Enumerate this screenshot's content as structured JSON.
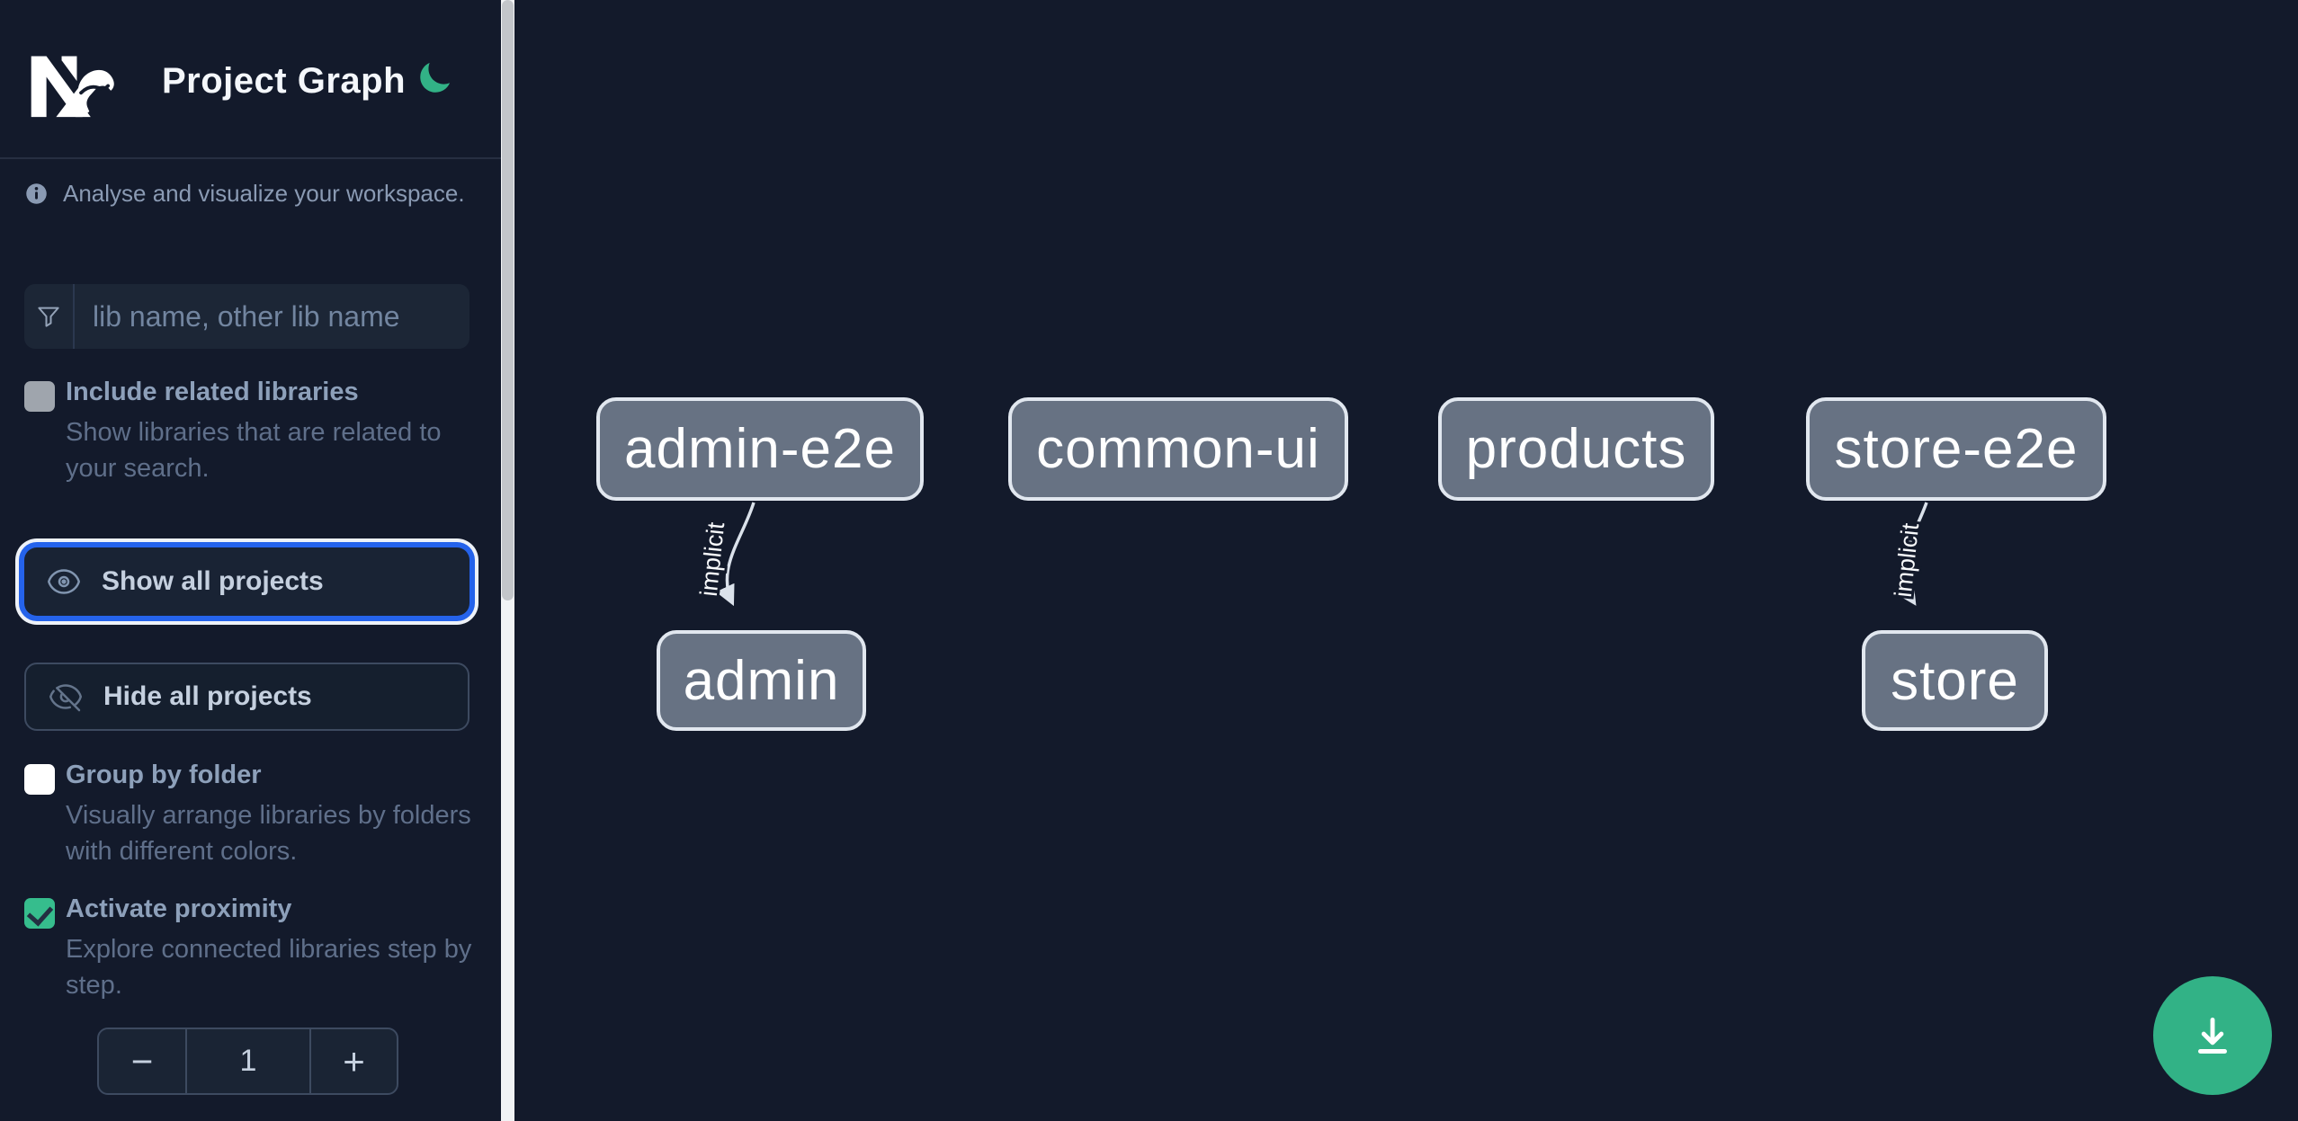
{
  "header": {
    "title": "Project Graph",
    "logo_icon": "nx-logo",
    "theme_toggle_icon": "moon-icon",
    "subtitle": "Analyse and visualize your workspace.",
    "subtitle_icon": "info-icon"
  },
  "search": {
    "icon": "funnel-icon",
    "placeholder": "lib name, other lib name",
    "value": ""
  },
  "options": {
    "include_related": {
      "label": "Include related libraries",
      "description": "Show libraries that are related to your search.",
      "checked": false,
      "disabled": true
    },
    "group_by_folder": {
      "label": "Group by folder",
      "description": "Visually arrange libraries by folders with different colors.",
      "checked": false
    },
    "activate_proximity": {
      "label": "Activate proximity",
      "description": "Explore connected libraries step by step.",
      "checked": true
    }
  },
  "actions": {
    "show_all": {
      "label": "Show all projects",
      "icon": "eye-icon",
      "focused": true
    },
    "hide_all": {
      "label": "Hide all projects",
      "icon": "eye-slash-icon"
    }
  },
  "proximity_stepper": {
    "decrement_label": "−",
    "value": "1",
    "increment_label": "+"
  },
  "graph": {
    "nodes": [
      {
        "label": "admin-e2e"
      },
      {
        "label": "common-ui"
      },
      {
        "label": "products"
      },
      {
        "label": "store-e2e"
      },
      {
        "label": "admin"
      },
      {
        "label": "store"
      }
    ],
    "edges": [
      {
        "source": "admin-e2e",
        "target": "admin",
        "label": "implicit"
      },
      {
        "source": "store-e2e",
        "target": "store",
        "label": "implicit"
      }
    ]
  },
  "fab": {
    "icon": "download-icon"
  },
  "colors": {
    "background": "#131a2b",
    "accent_green": "#32b286",
    "checkbox_green": "#36bd8d",
    "focus_blue": "#2563eb",
    "node_fill": "#677283",
    "node_border": "#e1e7ef",
    "edge": "#dbe2eb"
  }
}
